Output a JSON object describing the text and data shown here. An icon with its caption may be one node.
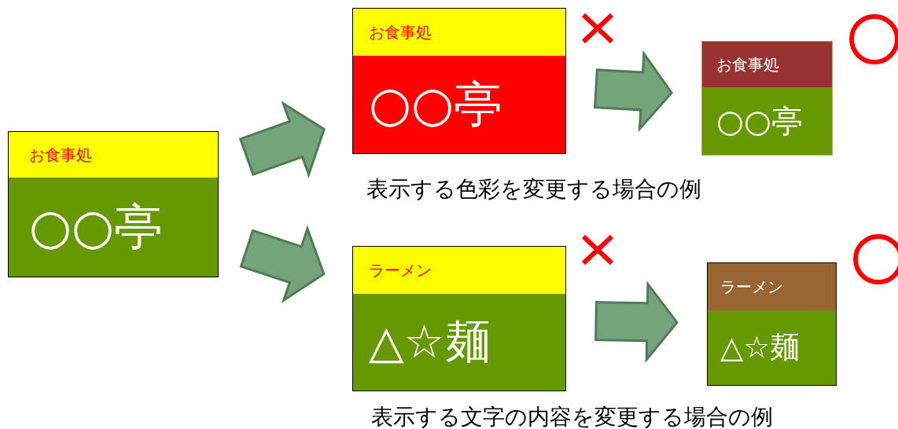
{
  "diagram": {
    "nodes": [
      {
        "text": [
          "お食事処",
          "○○亭"
        ]
      },
      {
        "text": [
          "お食事処",
          "○○亭"
        ]
      },
      {
        "text": [
          "お食事処",
          "○○亭"
        ]
      },
      {
        "text": [
          "ラーメン",
          "△☆麺"
        ]
      },
      {
        "text": [
          "ラーメン",
          "△☆麺"
        ]
      }
    ],
    "edges": [
      {
        "from": 0,
        "to": 1,
        "arrow": "to"
      },
      {
        "from": 1,
        "to": 2,
        "arrow": "to"
      },
      {
        "from": 0,
        "to": 3,
        "arrow": "to"
      },
      {
        "from": 3,
        "to": 4,
        "arrow": "to"
      }
    ],
    "labels": [
      "表示する色彩を変更する場合の例",
      "表示する文字の内容を変更する場合の例"
    ]
  }
}
